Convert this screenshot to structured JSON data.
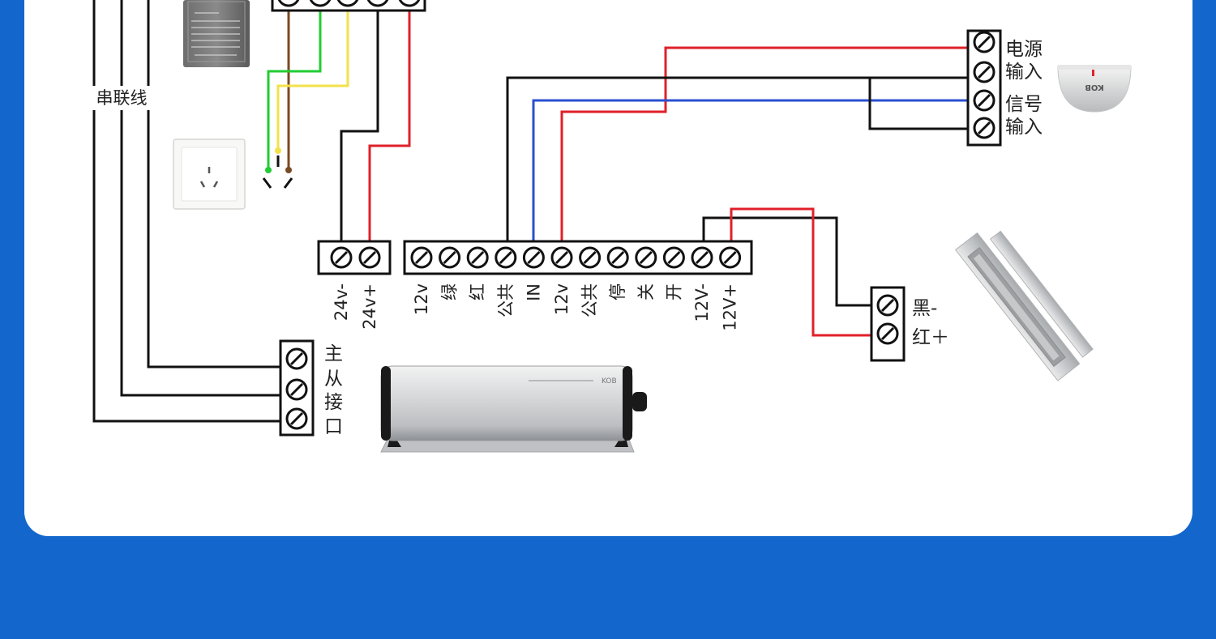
{
  "labels": {
    "series_line": "串联线",
    "power_input_1": "电源",
    "power_input_2": "输入",
    "signal_input_1": "信号",
    "signal_input_2": "输入",
    "lock_black": "黑-",
    "lock_red": "红＋",
    "master_slave": [
      "主",
      "从",
      "接",
      "口"
    ]
  },
  "terminal_24v": [
    "24v-",
    "24v+"
  ],
  "terminal_main": [
    "12v",
    "绿",
    "红",
    "公共",
    "IN",
    "12v",
    "公共",
    "停",
    "关",
    "开",
    "12V-",
    "12V+"
  ],
  "product_text": {
    "sensor_brand": "KOB",
    "operator_brand": "KOB"
  },
  "colors": {
    "background": "#1266cc",
    "card": "#ffffff",
    "wire_black": "#111111",
    "wire_red": "#e0202a",
    "wire_blue": "#2a4fd0",
    "wire_green": "#22cc33",
    "wire_yellow": "#f2e24a",
    "wire_brown": "#7a4a22"
  }
}
